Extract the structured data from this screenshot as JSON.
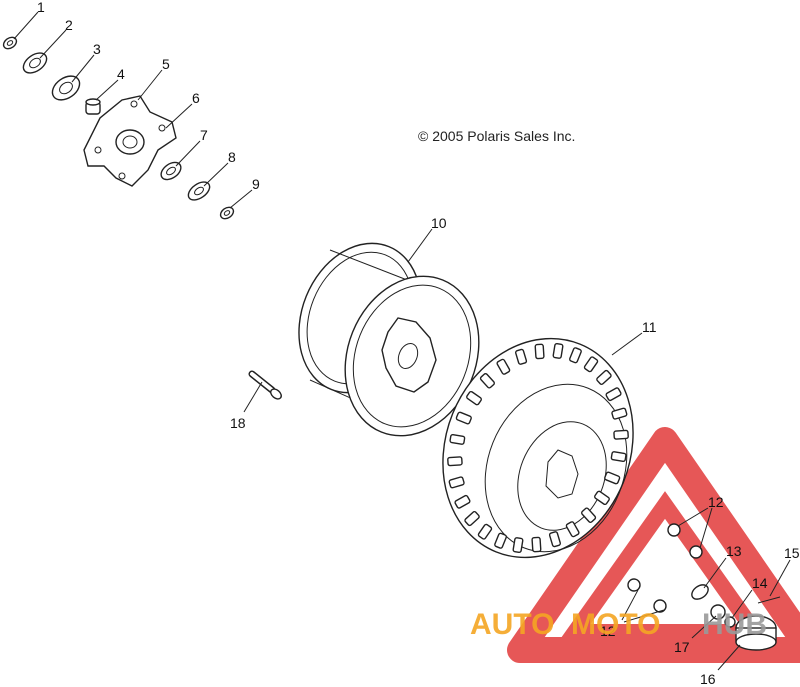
{
  "copyright": "© 2005 Polaris Sales Inc.",
  "watermark": {
    "auto": "AUTO",
    "moto": "MOTO",
    "hub": "HUB",
    "color_red": "#e23a3a",
    "color_orange": "#f5a623",
    "color_gray": "#9a9a9a"
  },
  "callouts": [
    "1",
    "2",
    "3",
    "4",
    "5",
    "6",
    "7",
    "8",
    "9",
    "10",
    "11",
    "12",
    "12",
    "13",
    "14",
    "15",
    "16",
    "17",
    "18"
  ]
}
